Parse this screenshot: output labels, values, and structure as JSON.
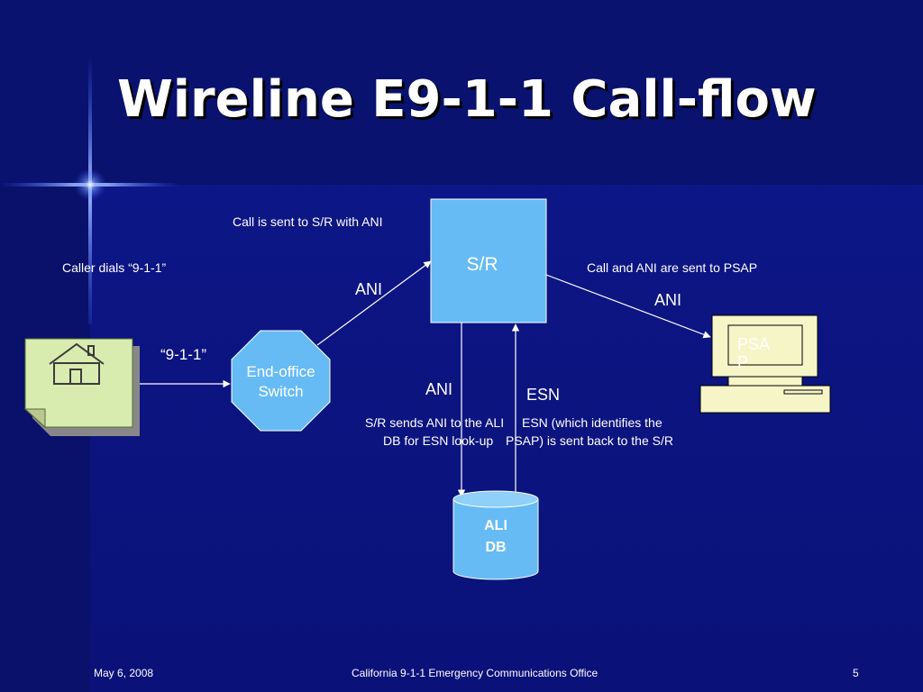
{
  "slide": {
    "title": "Wireline E9-1-1 Call-flow",
    "footer": {
      "date": "May 6, 2008",
      "center": "California 9-1-1 Emergency Communications Office",
      "page": "5"
    }
  },
  "diagram": {
    "nodes": {
      "house": {
        "label": ""
      },
      "switch": {
        "label_line1": "End-office",
        "label_line2": "Switch"
      },
      "sr": {
        "label": "S/R"
      },
      "ali": {
        "label_line1": "ALI",
        "label_line2": "DB"
      },
      "psap": {
        "label_line1": "PSA",
        "label_line2": "P"
      }
    },
    "annotations": {
      "caller_dials": "Caller dials “9-1-1”",
      "dial_digits": "“9-1-1”",
      "call_sent_sr": "Call is sent to S/R with ANI",
      "ani_to_sr": "ANI",
      "call_ani_psap": "Call and ANI are sent to PSAP",
      "ani_to_psap": "ANI",
      "ani_to_ali": "ANI",
      "esn_to_sr": "ESN",
      "sr_sends_line1": "S/R sends ANI to the ALI",
      "sr_sends_line2": "DB for ESN look-up",
      "esn_identifies_line1": "ESN (which identifies the",
      "esn_identifies_line2": "PSAP) is sent back to the S/R"
    }
  },
  "colors": {
    "background": "#0c1583",
    "node_blue": "#66bbf5",
    "node_yellow": "#f5f5c8",
    "house_fill": "#d8ecb0"
  }
}
